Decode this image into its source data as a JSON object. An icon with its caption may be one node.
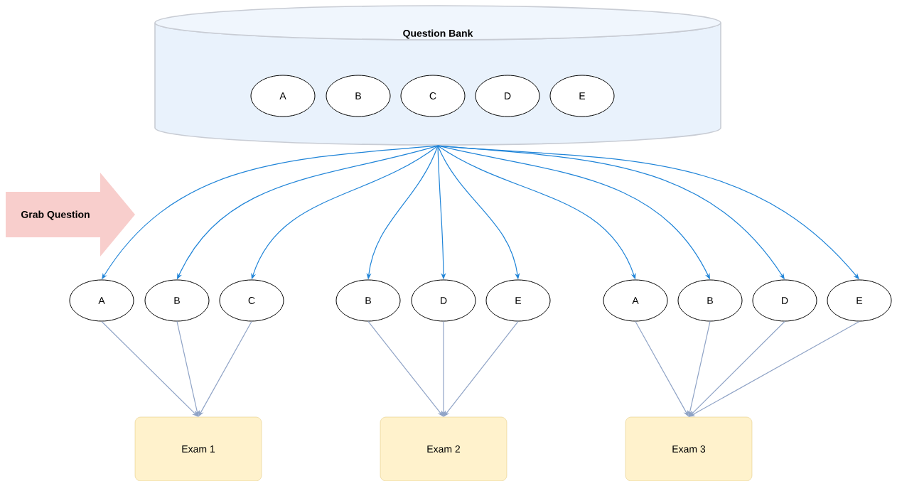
{
  "diagram": {
    "nodes": [
      {
        "text": [
          "Question Bank"
        ]
      },
      {
        "text": [
          "A"
        ],
        "in": 0
      },
      {
        "text": [
          "B"
        ],
        "in": 0
      },
      {
        "text": [
          "C"
        ],
        "in": 0
      },
      {
        "text": [
          "D"
        ],
        "in": 0
      },
      {
        "text": [
          "E"
        ],
        "in": 0
      },
      {
        "text": [
          "Grab Question"
        ]
      },
      {
        "text": [
          "A"
        ]
      },
      {
        "text": [
          "B"
        ]
      },
      {
        "text": [
          "C"
        ]
      },
      {
        "text": [
          "B"
        ]
      },
      {
        "text": [
          "D"
        ]
      },
      {
        "text": [
          "E"
        ]
      },
      {
        "text": [
          "A"
        ]
      },
      {
        "text": [
          "B"
        ]
      },
      {
        "text": [
          "D"
        ]
      },
      {
        "text": [
          "E"
        ]
      },
      {
        "text": [
          "Exam 1"
        ]
      },
      {
        "text": [
          "Exam 2"
        ]
      },
      {
        "text": [
          "Exam 3"
        ]
      }
    ],
    "edges": [
      {
        "from": 0,
        "to": 7,
        "arrow": "to",
        "color": "#1f84d8"
      },
      {
        "from": 0,
        "to": 8,
        "arrow": "to",
        "color": "#1f84d8"
      },
      {
        "from": 0,
        "to": 9,
        "arrow": "to",
        "color": "#1f84d8"
      },
      {
        "from": 0,
        "to": 10,
        "arrow": "to",
        "color": "#1f84d8"
      },
      {
        "from": 0,
        "to": 11,
        "arrow": "to",
        "color": "#1f84d8"
      },
      {
        "from": 0,
        "to": 12,
        "arrow": "to",
        "color": "#1f84d8"
      },
      {
        "from": 0,
        "to": 13,
        "arrow": "to",
        "color": "#1f84d8"
      },
      {
        "from": 0,
        "to": 14,
        "arrow": "to",
        "color": "#1f84d8"
      },
      {
        "from": 0,
        "to": 15,
        "arrow": "to",
        "color": "#1f84d8"
      },
      {
        "from": 0,
        "to": 16,
        "arrow": "to",
        "color": "#1f84d8"
      },
      {
        "from": 7,
        "to": 17,
        "arrow": "to",
        "color": "#8fa3c6"
      },
      {
        "from": 8,
        "to": 17,
        "arrow": "to",
        "color": "#8fa3c6"
      },
      {
        "from": 9,
        "to": 17,
        "arrow": "to",
        "color": "#8fa3c6"
      },
      {
        "from": 10,
        "to": 18,
        "arrow": "to",
        "color": "#8fa3c6"
      },
      {
        "from": 11,
        "to": 18,
        "arrow": "to",
        "color": "#8fa3c6"
      },
      {
        "from": 12,
        "to": 18,
        "arrow": "to",
        "color": "#8fa3c6"
      },
      {
        "from": 13,
        "to": 19,
        "arrow": "to",
        "color": "#8fa3c6"
      },
      {
        "from": 14,
        "to": 19,
        "arrow": "to",
        "color": "#8fa3c6"
      },
      {
        "from": 15,
        "to": 19,
        "arrow": "to",
        "color": "#8fa3c6"
      },
      {
        "from": 16,
        "to": 19,
        "arrow": "to",
        "color": "#8fa3c6"
      }
    ]
  }
}
